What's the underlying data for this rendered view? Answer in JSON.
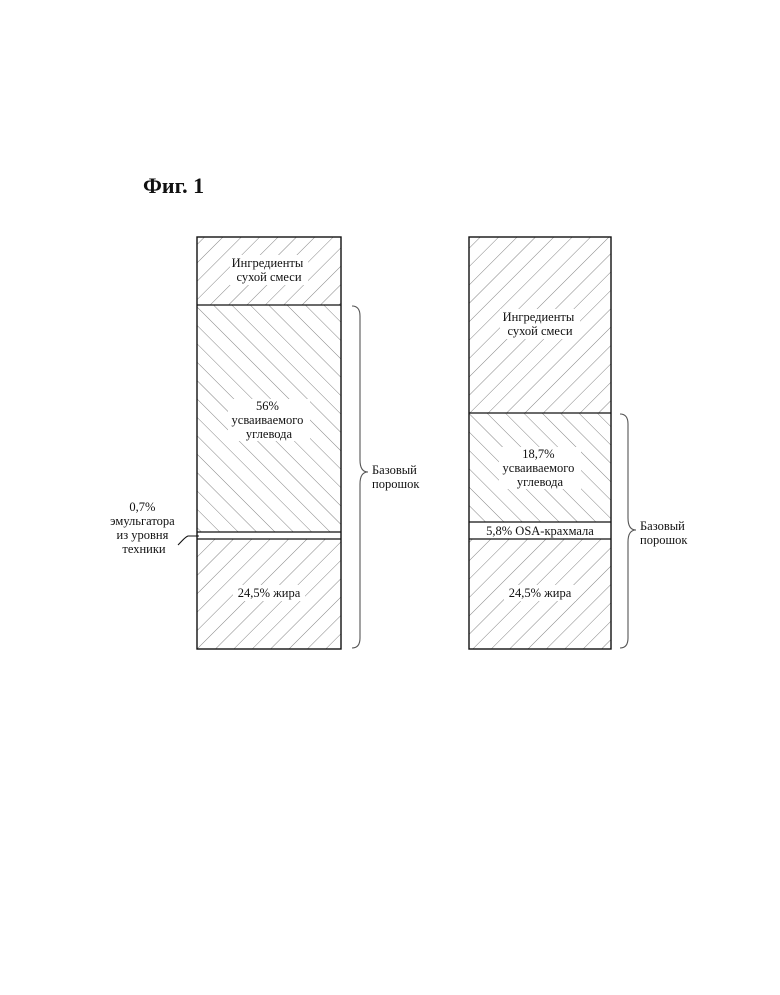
{
  "figure": {
    "title": "Фиг. 1"
  },
  "columns": [
    {
      "segments": [
        {
          "lines": [
            "Ингредиенты",
            "сухой смеси"
          ],
          "hatch": "forward"
        },
        {
          "lines": [
            "56%",
            "усваиваемого",
            "углевода"
          ],
          "hatch": "back"
        },
        {
          "lines": [],
          "hatch": "none"
        },
        {
          "lines": [
            "24,5% жира"
          ],
          "hatch": "forward"
        }
      ],
      "callout": {
        "lines": [
          "0,7%",
          "эмульгатора",
          "из уровня",
          "техники"
        ]
      },
      "brace": {
        "lines": [
          "Базовый",
          "порошок"
        ]
      }
    },
    {
      "segments": [
        {
          "lines": [
            "Ингредиенты",
            "сухой смеси"
          ],
          "hatch": "forward"
        },
        {
          "lines": [
            "18,7%",
            "усваиваемого",
            "углевода"
          ],
          "hatch": "back"
        },
        {
          "lines": [
            "5,8% OSA-крахмала"
          ],
          "hatch": "none"
        },
        {
          "lines": [
            "24,5% жира"
          ],
          "hatch": "forward"
        }
      ],
      "brace": {
        "lines": [
          "Базовый",
          "порошок"
        ]
      }
    }
  ]
}
